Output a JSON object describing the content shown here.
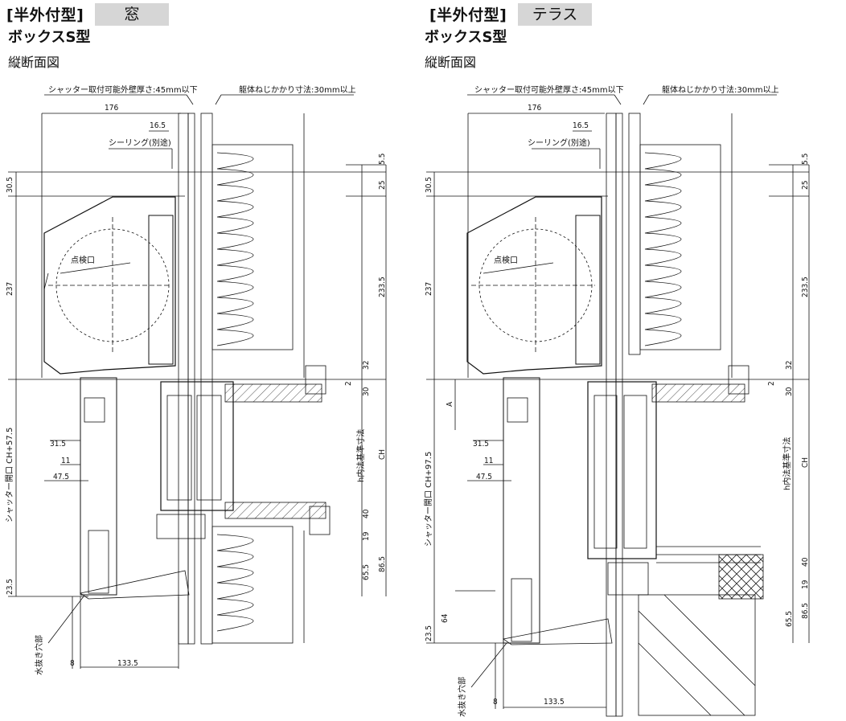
{
  "panels": [
    {
      "type_label": "[半外付型]",
      "variant": "窓",
      "model": "ボックスS型",
      "section": "縦断面図",
      "top_notes": [
        "シャッター取付可能外壁厚さ:45mm以下",
        "躯体ねじかかり寸法:30mm以上"
      ],
      "labels": [
        "シーリング(別途)",
        "点検口",
        "水抜き穴部",
        "シャッター開口 CH+57.5",
        "h内法基準寸法",
        "CH"
      ],
      "dims": [
        "176",
        "16.5",
        "5.5",
        "25",
        "30.5",
        "237",
        "233.5",
        "32",
        "2",
        "30",
        "31.5",
        "11",
        "47.5",
        "40",
        "19",
        "65.5",
        "86.5",
        "23.5",
        "8",
        "133.5"
      ]
    },
    {
      "type_label": "[半外付型]",
      "variant": "テラス",
      "model": "ボックスS型",
      "section": "縦断面図",
      "top_notes": [
        "シャッター取付可能外壁厚さ:45mm以下",
        "躯体ねじかかり寸法:30mm以上"
      ],
      "labels": [
        "シーリング(別途)",
        "点検口",
        "水抜き穴部",
        "シャッター開口 CH+97.5",
        "h内法基準寸法",
        "CH",
        "A"
      ],
      "dims": [
        "176",
        "16.5",
        "5.5",
        "25",
        "30.5",
        "237",
        "233.5",
        "32",
        "2",
        "30",
        "31.5",
        "11",
        "47.5",
        "40",
        "19",
        "65.5",
        "86.5",
        "64",
        "23.5",
        "8",
        "133.5"
      ]
    }
  ]
}
